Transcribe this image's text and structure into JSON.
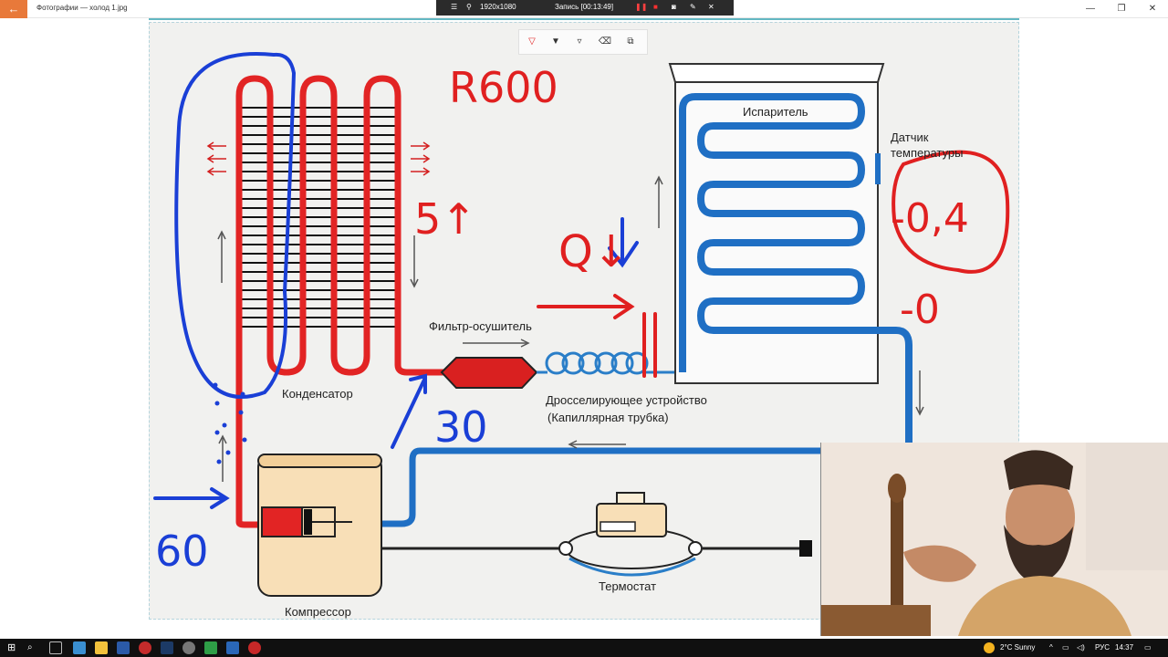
{
  "window": {
    "title": "Фотографии — холод 1.jpg",
    "back_icon": "arrow-left-icon"
  },
  "recorder": {
    "resolution": "1920x1080",
    "status": "Запись [00:13:49]"
  },
  "ink_tools": [
    "ballpoint-pen-icon",
    "pencil-icon",
    "highlighter-icon",
    "eraser-icon",
    "crop-icon"
  ],
  "diagram": {
    "labels": {
      "evaporator": "Испаритель",
      "sensor": "Датчик температуры",
      "filter": "Фильтр-осушитель",
      "condenser": "Конденсатор",
      "throttle_line1": "Дросселирующее устройство",
      "throttle_line2": "(Капиллярная трубка)",
      "thermostat": "Термостат",
      "compressor": "Компрессор"
    },
    "handwritten": [
      "R600",
      "5↑",
      "Q↓",
      "-0,4",
      "-0",
      "30",
      "60"
    ],
    "colors": {
      "hot_pipe": "#e22424",
      "cold_pipe": "#1f6fc4",
      "ink_red": "#e02020",
      "ink_blue": "#1a3fd6",
      "compressor_body": "#f8dfb7"
    }
  },
  "taskbar": {
    "weather": "2°C  Sunny",
    "language": "РУС",
    "time": "14:37"
  }
}
